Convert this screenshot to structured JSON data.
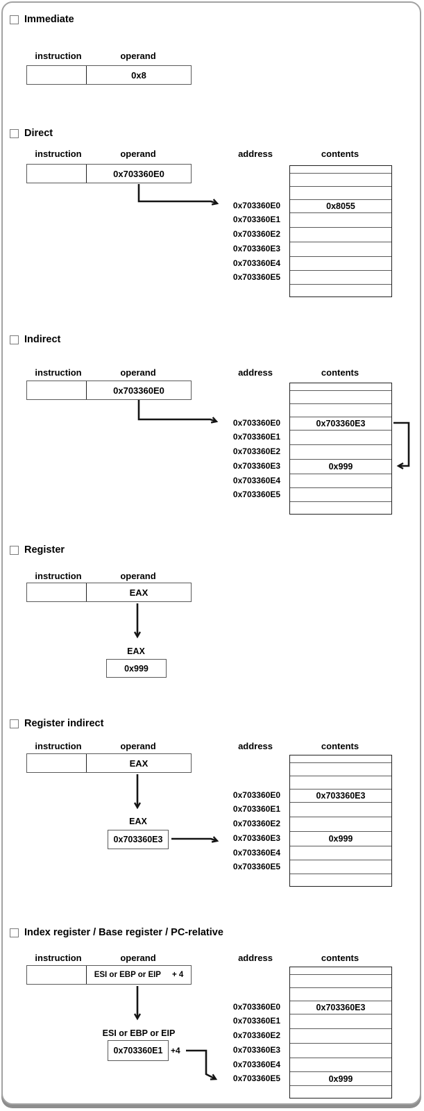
{
  "colors": {
    "card_border": "#a2a2a2",
    "card_shadow": "#8d8d8d",
    "arrow_line": "#141414",
    "text": "#000000"
  },
  "sections": {
    "immediate": {
      "title": "Immediate",
      "labels": {
        "instruction": "instruction",
        "operand": "operand"
      },
      "operand_value": "0x8"
    },
    "direct": {
      "title": "Direct",
      "labels": {
        "instruction": "instruction",
        "operand": "operand",
        "address": "address",
        "contents": "contents"
      },
      "operand_value": "0x703360E0",
      "memory": {
        "addresses": [
          "0x703360E0",
          "0x703360E1",
          "0x703360E2",
          "0x703360E3",
          "0x703360E4",
          "0x703360E5"
        ],
        "cells": [
          "",
          "",
          "",
          "0x8055",
          "",
          "",
          "",
          "",
          "",
          ""
        ]
      }
    },
    "indirect": {
      "title": "Indirect",
      "labels": {
        "instruction": "instruction",
        "operand": "operand",
        "address": "address",
        "contents": "contents"
      },
      "operand_value": "0x703360E0",
      "memory": {
        "addresses": [
          "0x703360E0",
          "0x703360E1",
          "0x703360E2",
          "0x703360E3",
          "0x703360E4",
          "0x703360E5"
        ],
        "cells": [
          "",
          "",
          "",
          "0x703360E3",
          "",
          "",
          "0x999",
          "",
          "",
          ""
        ]
      }
    },
    "register": {
      "title": "Register",
      "labels": {
        "instruction": "instruction",
        "operand": "operand"
      },
      "operand_value": "EAX",
      "register": {
        "name": "EAX",
        "value": "0x999"
      }
    },
    "register_indirect": {
      "title": "Register indirect",
      "labels": {
        "instruction": "instruction",
        "operand": "operand",
        "address": "address",
        "contents": "contents"
      },
      "operand_value": "EAX",
      "register": {
        "name": "EAX",
        "value": "0x703360E3"
      },
      "memory": {
        "addresses": [
          "0x703360E0",
          "0x703360E1",
          "0x703360E2",
          "0x703360E3",
          "0x703360E4",
          "0x703360E5"
        ],
        "cells": [
          "",
          "",
          "",
          "0x703360E3",
          "",
          "",
          "0x999",
          "",
          "",
          ""
        ]
      }
    },
    "index_register": {
      "title": "Index register / Base register / PC-relative",
      "labels": {
        "instruction": "instruction",
        "operand": "operand",
        "address": "address",
        "contents": "contents"
      },
      "operand_parts": {
        "register": "ESI or EBP or EIP",
        "offset": "+ 4"
      },
      "register": {
        "name": "ESI or EBP or EIP",
        "value": "0x703360E1",
        "offset_label": "+4"
      },
      "memory": {
        "addresses": [
          "0x703360E0",
          "0x703360E1",
          "0x703360E2",
          "0x703360E3",
          "0x703360E4",
          "0x703360E5"
        ],
        "cells": [
          "",
          "",
          "",
          "0x703360E3",
          "",
          "",
          "",
          "",
          "0x999",
          ""
        ]
      }
    }
  }
}
